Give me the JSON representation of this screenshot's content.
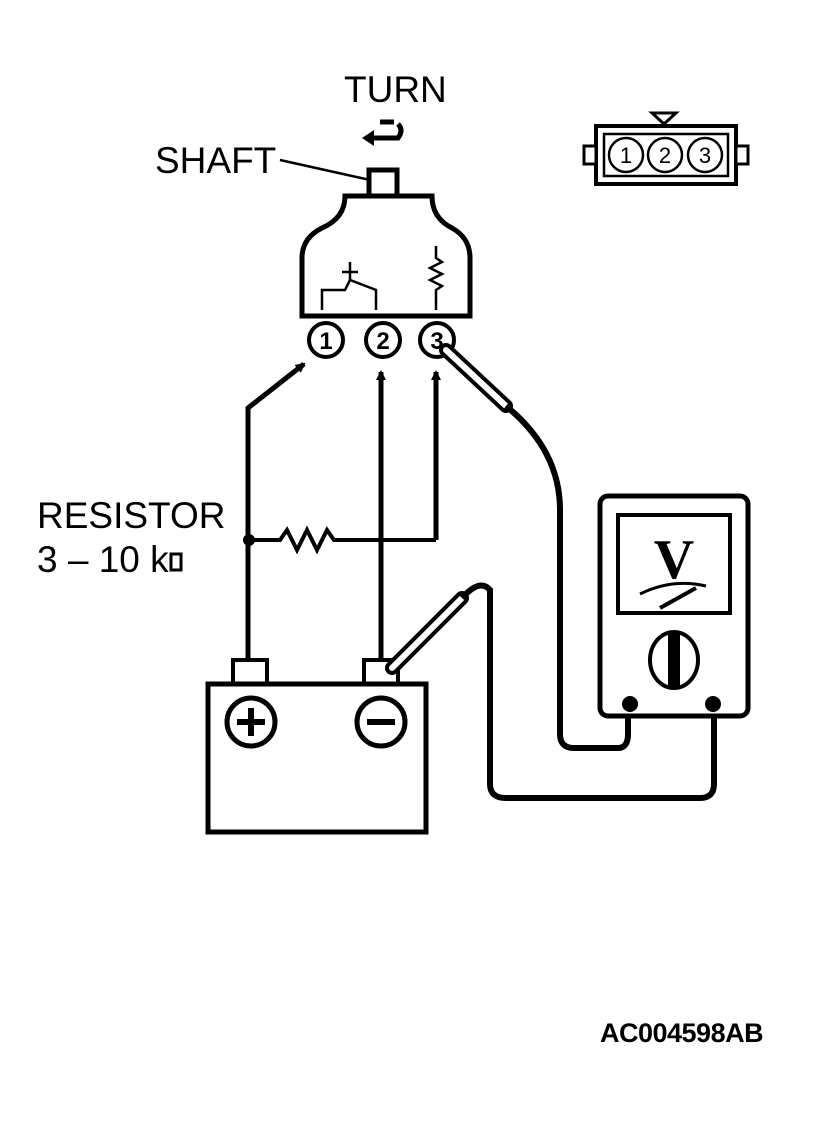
{
  "labels": {
    "turn": "TURN",
    "shaft": "SHAFT",
    "resistor": "RESISTOR",
    "resistor_value": "3 – 10 k",
    "figure_code": "AC004598AB"
  },
  "terminals": [
    "1",
    "2",
    "3"
  ],
  "connector_pins": [
    "1",
    "2",
    "3"
  ],
  "battery": {
    "positive": "+",
    "negative": "−"
  },
  "meter": {
    "face_symbol": "V"
  }
}
